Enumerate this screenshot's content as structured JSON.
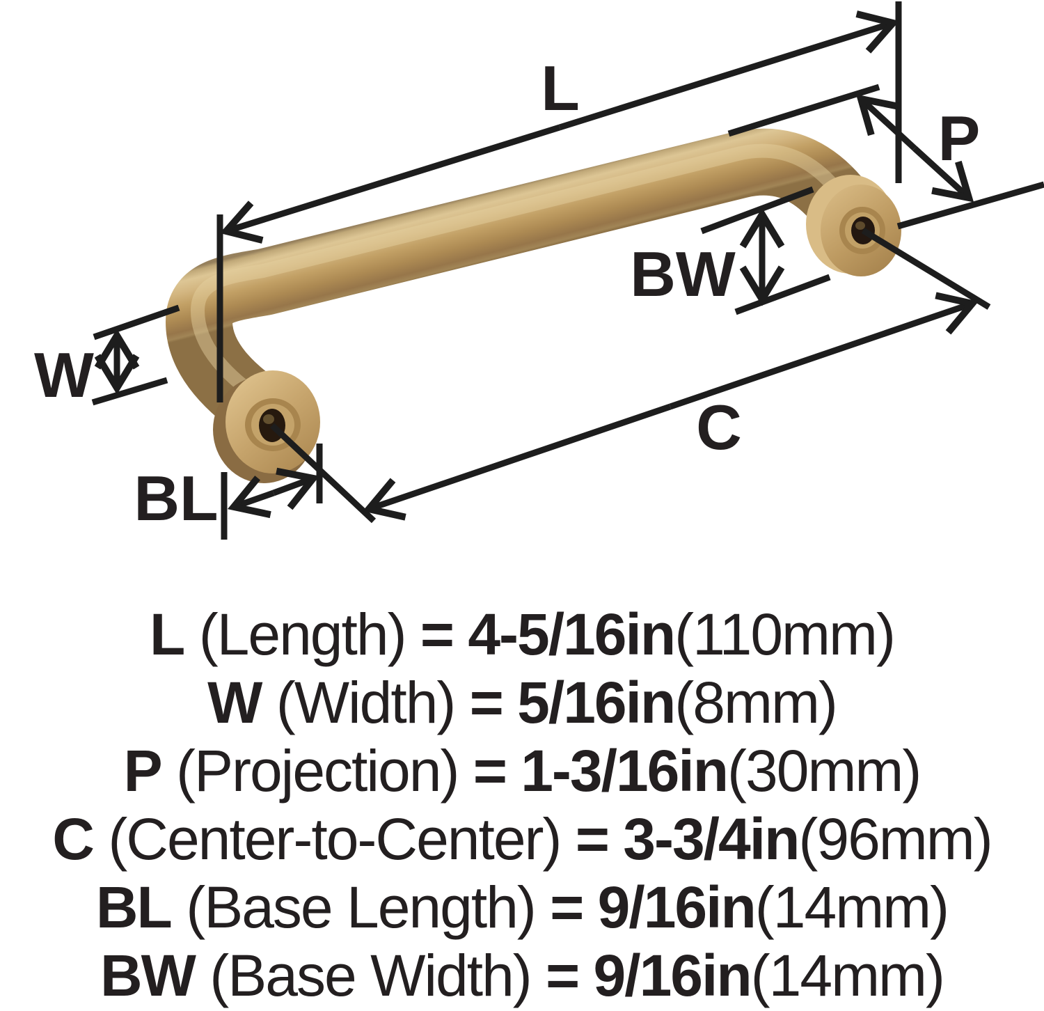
{
  "diagram": {
    "labels": {
      "length": "L",
      "width": "W",
      "projection": "P",
      "center_to_center": "C",
      "base_length": "BL",
      "base_width": "BW"
    },
    "colors": {
      "line": "#1d1d1d",
      "text": "#231f20",
      "brass_highlight": "#ddc695",
      "brass_mid": "#c2a065",
      "brass_dark": "#8c7045",
      "hole": "#26190e"
    }
  },
  "specs": [
    {
      "symbol": "L",
      "name": "(Length)",
      "eq": "=",
      "value": "4-5/16in",
      "metric": "(110mm)"
    },
    {
      "symbol": "W",
      "name": "(Width)",
      "eq": "=",
      "value": "5/16in",
      "metric": "(8mm)"
    },
    {
      "symbol": "P",
      "name": "(Projection)",
      "eq": "=",
      "value": "1-3/16in",
      "metric": "(30mm)"
    },
    {
      "symbol": "C",
      "name": "(Center-to-Center)",
      "eq": "=",
      "value": "3-3/4in",
      "metric": "(96mm)"
    },
    {
      "symbol": "BL",
      "name": "(Base Length)",
      "eq": "=",
      "value": "9/16in",
      "metric": "(14mm)"
    },
    {
      "symbol": "BW",
      "name": "(Base Width)",
      "eq": "=",
      "value": "9/16in",
      "metric": "(14mm)"
    }
  ]
}
